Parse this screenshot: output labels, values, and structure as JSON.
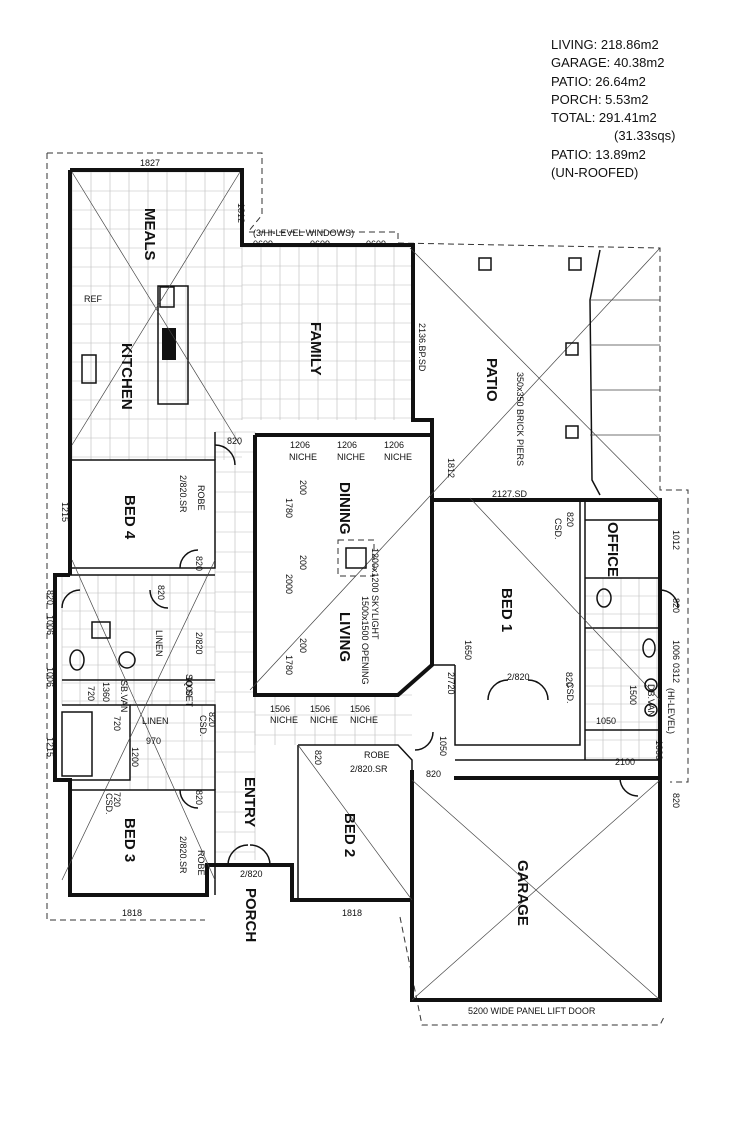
{
  "areas": {
    "living": "LIVING:   218.86m2",
    "garage": "GARAGE:   40.38m2",
    "patio": "PATIO:    26.64m2",
    "porch": "PORCH:     5.53m2",
    "total": "TOTAL:    291.41m2",
    "squares": "(31.33sqs)",
    "patio_unroofed": "PATIO:    13.89m2",
    "unroofed_note": "(UN-ROOFED)"
  },
  "rooms": {
    "meals": "MEALS",
    "kitchen": "KITCHEN",
    "family": "FAMILY",
    "patio": "PATIO",
    "dining": "DINING",
    "living": "LIVING",
    "office": "OFFICE",
    "bed1": "BED 1",
    "bed2": "BED 2",
    "bed3": "BED 3",
    "bed4": "BED 4",
    "entry": "ENTRY",
    "porch": "PORCH",
    "garage": "GARAGE"
  },
  "labels": {
    "ref": "REF",
    "robe": "ROBE",
    "linen": "LINEN",
    "hi_level_windows": "(3/HI-LEVEL WINDOWS)",
    "niche": "NICHE",
    "skylight": "1200x1200 SKYLIGHT",
    "opening": "1500x1500 OPENING",
    "brick_piers": "350x350 BRICK PIERS",
    "bp_sd": "2136.BP.SD",
    "sd_2127": "2127.SD",
    "garage_door": "5200 WIDE PANEL LIFT DOOR",
    "sb_van": "SB.VAN",
    "db_van": "DB.VAN",
    "sq_set": "SQ.SET",
    "csd": "CSD.",
    "sr_820": "2/820.SR",
    "hi_level": "(HI-LEVEL)"
  },
  "dims": {
    "d1827": "1827",
    "d1812": "1812",
    "d0609": "0609",
    "d820": "820",
    "d1206": "1206",
    "d1215": "1215",
    "d1006": "1006",
    "d1012": "1012",
    "d1506": "1506",
    "d1780": "1780",
    "d2000": "2000",
    "d200": "200",
    "d1818": "1818",
    "d1650": "1650",
    "d1050": "1050",
    "d2100": "2100",
    "d1000": "1000",
    "d1360": "1360",
    "d720": "720",
    "d970": "970",
    "d1200": "1200",
    "d1500": "1500",
    "d0312": "0312",
    "d2_820": "2/820",
    "d2_720": "2/720"
  }
}
